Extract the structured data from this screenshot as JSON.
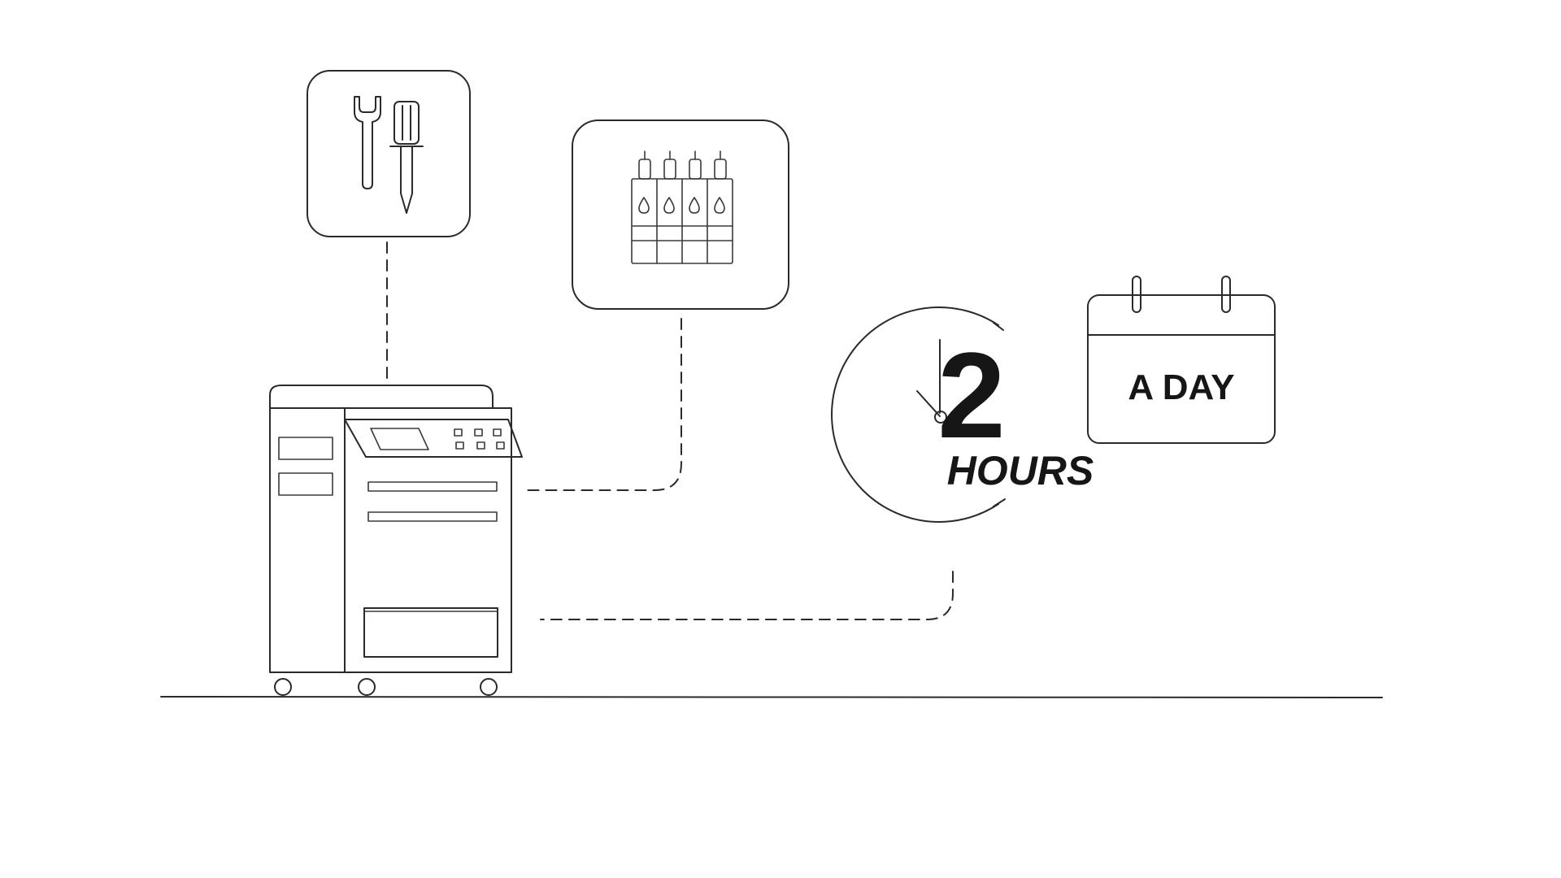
{
  "diagram": {
    "clock_number": "2",
    "clock_unit": "HOURS",
    "calendar_text": "A DAY",
    "icons": {
      "tools": "wrench-screwdriver-icon",
      "ink": "ink-cartridges-icon",
      "clock": "clock-icon",
      "calendar": "calendar-icon",
      "printer": "printer-copier-icon"
    },
    "colors": {
      "line": "#2a2a2a",
      "text": "#161616",
      "background": "#ffffff"
    }
  }
}
